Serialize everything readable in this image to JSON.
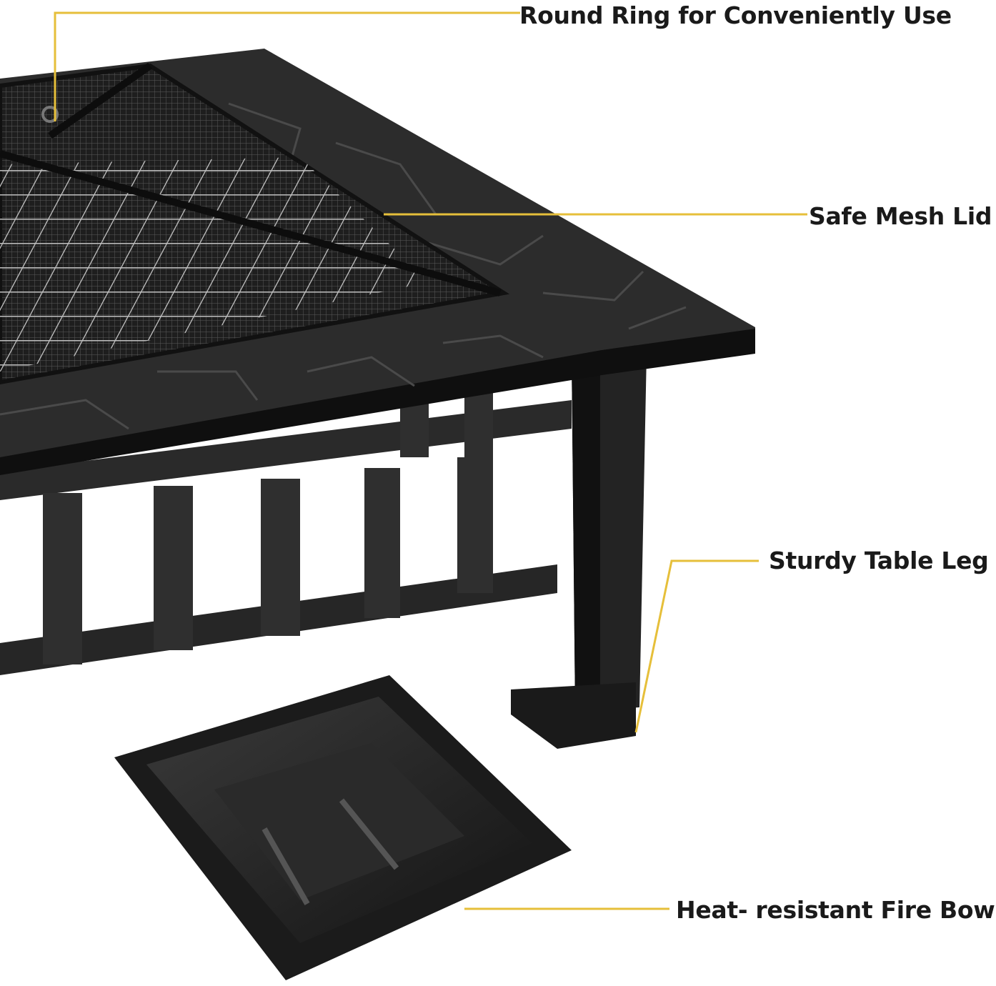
{
  "callouts": {
    "ring": "Round Ring for Conveniently Use",
    "lid": "Safe Mesh Lid",
    "leg": "Sturdy Table Leg",
    "bowl": "Heat- resistant Fire Bowl"
  },
  "colors": {
    "callout_line": "#e6bf3a",
    "metal": "#2b2b2b",
    "label_text": "#1a1a1a"
  }
}
